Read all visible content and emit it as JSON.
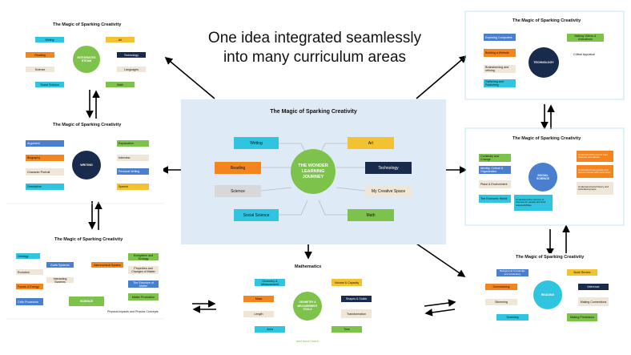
{
  "headline": {
    "line1": "One idea integrated seamlessly",
    "line2": "into many curriculum areas"
  },
  "colors": {
    "cyan": "#2fc4e0",
    "orange": "#f3841e",
    "yellow": "#f2c232",
    "green": "#7dc24a",
    "navy": "#182b4d",
    "beige": "#efe6d8",
    "gray": "#d8d8d8",
    "blue": "#4a7fd0"
  },
  "center": {
    "title": "The Magic of Sparking Creativity",
    "hub": "THE WONDER LEARNING JOURNEY",
    "items": [
      "Writing",
      "Art",
      "Reading",
      "Technology",
      "Science",
      "My Creative Space",
      "Social Science",
      "Math"
    ]
  },
  "integrated": {
    "title": "The Magic of Sparking Creativity",
    "hub": "INTEGRATED STEAM",
    "items": [
      "Writing",
      "Art",
      "Reading",
      "Technology",
      "Science",
      "Languages",
      "Social Science",
      "Math"
    ]
  },
  "writing": {
    "title": "The Magic of Sparking Creativity",
    "hub": "WRITING",
    "items": [
      "Argument",
      "Biography",
      "Character Portrait",
      "Descriptive",
      "Explanation",
      "Interview",
      "Personal Writing",
      "Speech"
    ]
  },
  "science": {
    "title": "The Magic of Sparking Creativity",
    "hub": "SCIENCE",
    "items": [
      "Geology",
      "Earth Systems",
      "Astronomical System",
      "Ecosystem and Ecology",
      "Evolution",
      "Properties and Changes of Matter",
      "Interacting Systems",
      "Forces & Energy",
      "The Structure of Matter",
      "Matter Production",
      "Cells Processes",
      "Physical Impacts and Physics Concepts"
    ]
  },
  "math": {
    "title": "Mathematics",
    "hub": "GEOMETRY & MEASUREMENT TOOLS",
    "items": [
      "Geometry & Measurement",
      "Volume & Capacity",
      "Mass",
      "Shapes & Solids",
      "Length",
      "Transformation",
      "Area",
      "Time"
    ],
    "footer": "and much more..."
  },
  "technology": {
    "title": "The Magic of Sparking Creativity",
    "hub": "TECHNOLOGY",
    "items": [
      "Exploring Computers",
      "Making Videos & Animations",
      "Building a Website",
      "Critical Appraisal",
      "Brainstorming and refining",
      "Gathering and Publishing"
    ]
  },
  "social": {
    "title": "The Magic of Sparking Creativity",
    "hub": "SOCIAL SCIENCE",
    "items": [
      "Continuity and Change",
      "Understand the events from histories and effects",
      "Identity, Culture & Organization",
      "Understand how people and places interact with each other",
      "Place & Environment",
      "Understand local history and individual groups",
      "The Economic World",
      "Understand the sources of revenue for people and their responsibilities"
    ]
  },
  "reading": {
    "title": "The Magic of Sparking Creativity",
    "hub": "READING",
    "items": [
      "Background Knowledge and Vocabulary",
      "Book Review",
      "Summarizing",
      "Inference",
      "Skimming",
      "Making Connections",
      "Scanning",
      "Making Predictions"
    ]
  }
}
